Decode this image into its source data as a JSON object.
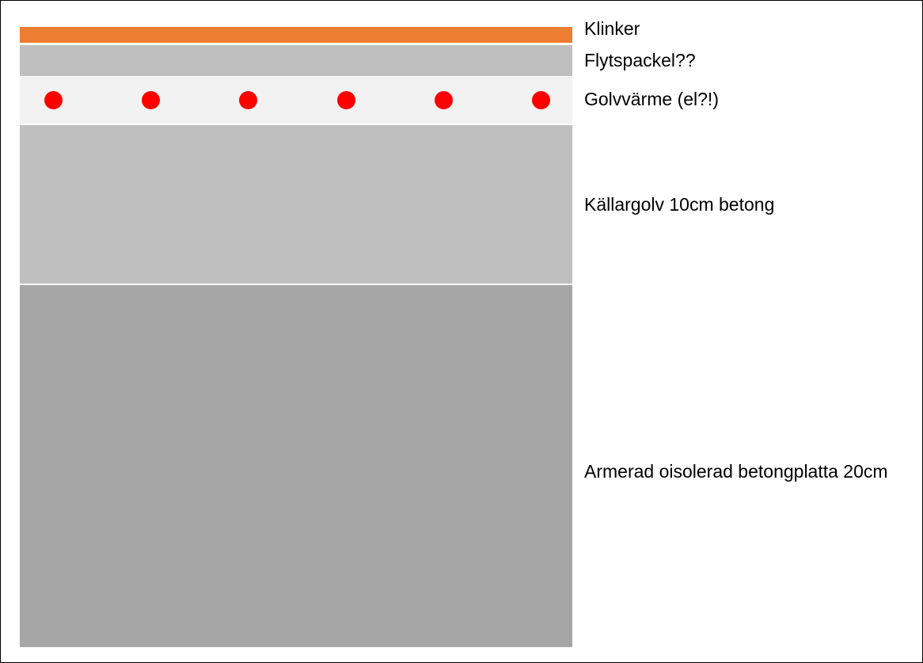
{
  "layers": [
    {
      "key": "klinker",
      "label": "Klinker",
      "color": "#ed7d31"
    },
    {
      "key": "flytspackel",
      "label": "Flytspackel??",
      "color": "#bfbfbf"
    },
    {
      "key": "golvvarme",
      "label": "Golvvärme (el?!)",
      "color": "#f2f2f2",
      "dot_color": "#ff0000",
      "dot_count": 6
    },
    {
      "key": "kallargolv",
      "label": "Källargolv 10cm betong",
      "color": "#bfbfbf"
    },
    {
      "key": "betongplatta",
      "label": "Armerad oisolerad betongplatta 20cm",
      "color": "#a6a6a6"
    }
  ]
}
